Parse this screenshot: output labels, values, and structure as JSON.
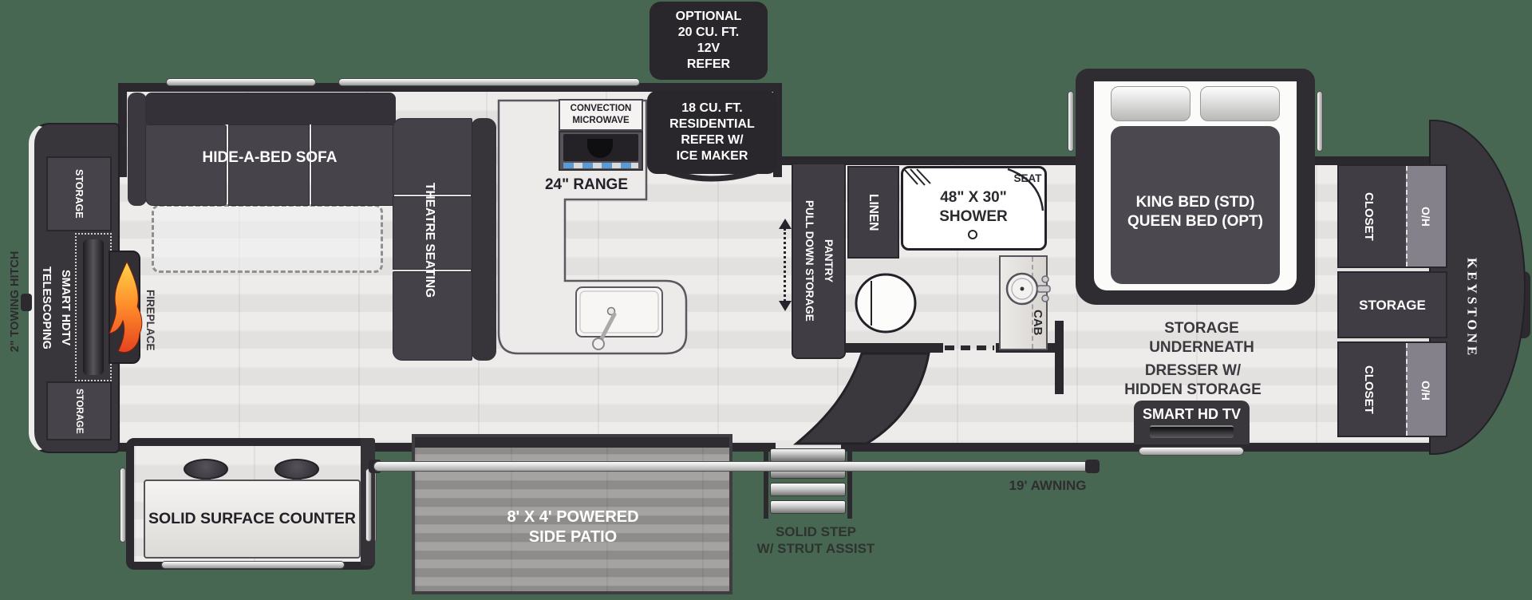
{
  "colors": {
    "background": "#486752",
    "walls": "#2b292d",
    "dark_furniture": "#45424a",
    "floor": "#e9e8e6",
    "counter": "#ecebe9",
    "patio": "#999795",
    "flame_orange": "#ff8a2a",
    "label_on_dark": "#ffffff",
    "label_on_light": "#2e2d31"
  },
  "exterior": {
    "towing_hitch": "2\" TOWING HITCH",
    "awning": "19' AWNING",
    "solid_step": "SOLID STEP\nW/ STRUT ASSIST",
    "patio": "8' X 4' POWERED\nSIDE PATIO",
    "optional_refer": "OPTIONAL\n20 CU. FT.\n12V\nREFER",
    "brand": "KEYSTONE"
  },
  "rear": {
    "storage_top": "STORAGE",
    "tv": "TELESCOPING\nSMART HDTV",
    "fireplace": "FIREPLACE",
    "storage_bottom": "STORAGE"
  },
  "living": {
    "sofa": "HIDE-A-BED SOFA",
    "theatre": "THEATRE SEATING",
    "counter": "SOLID SURFACE COUNTER"
  },
  "kitchen": {
    "microwave": "CONVECTION\nMICROWAVE",
    "range": "24\" RANGE",
    "refer": "18 CU. FT.\nRESIDENTIAL\nREFER W/\nICE MAKER",
    "pantry": "PULL DOWN STORAGE\nPANTRY"
  },
  "bath": {
    "linen": "LINEN",
    "shower": "48\" X 30\"\nSHOWER",
    "seat": "SEAT",
    "cab": "CAB"
  },
  "bedroom": {
    "bed": "KING BED (STD)\nQUEEN BED (OPT)",
    "storage_underneath": "STORAGE UNDERNEATH",
    "dresser": "DRESSER W/\nHIDDEN STORAGE",
    "tv": "SMART HD TV",
    "closet_top": "CLOSET",
    "oh_top": "O/H",
    "storage_front": "STORAGE",
    "closet_bottom": "CLOSET",
    "oh_bottom": "O/H"
  }
}
